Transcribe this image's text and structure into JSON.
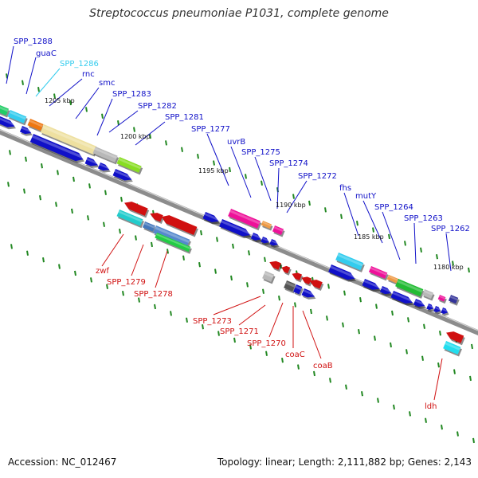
{
  "title": "Streptococcus pneumoniae P1031, complete genome",
  "footer": {
    "accession": "Accession: NC_012467",
    "summary": "Topology: linear; Length: 2,111,882 bp; Genes: 2,143"
  },
  "colors": {
    "forward_strand": "#1010c8",
    "reverse_strand": "#d01010",
    "highlight_label": "#33ccee",
    "backbone": "#808080",
    "ticks": "#228822"
  },
  "scale_labels": [
    "1205 kbp",
    "1200 kbp",
    "1195 kbp",
    "1190 kbp",
    "1185 kbp",
    "1180 kbp"
  ],
  "forward_labels": [
    "SPP_1288",
    "guaC",
    "SPP_1286",
    "rnc",
    "smc",
    "SPP_1283",
    "SPP_1282",
    "SPP_1281",
    "SPP_1277",
    "uvrB",
    "SPP_1275",
    "SPP_1274",
    "SPP_1272",
    "fhs",
    "mutY",
    "SPP_1264",
    "SPP_1263",
    "SPP_1262"
  ],
  "reverse_labels": [
    "zwf",
    "SPP_1279",
    "SPP_1278",
    "SPP_1273",
    "SPP_1271",
    "SPP_1270",
    "coaC",
    "coaB",
    "ldh"
  ]
}
